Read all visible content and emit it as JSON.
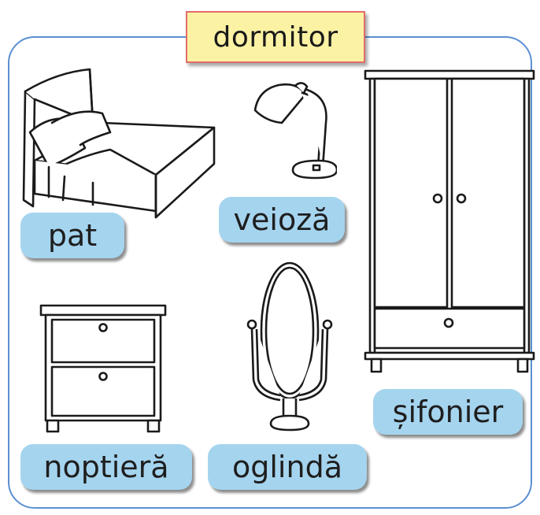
{
  "title": "dormitor",
  "items": {
    "bed": {
      "label": "pat"
    },
    "lamp": {
      "label": "veioză"
    },
    "wardrobe": {
      "label": "șifonier"
    },
    "nightstand": {
      "label": "noptieră"
    },
    "mirror": {
      "label": "oglindă"
    }
  },
  "icons": [
    "bed-icon",
    "lamp-icon",
    "wardrobe-icon",
    "nightstand-icon",
    "mirror-icon"
  ],
  "colors": {
    "frame": "#5b8fd1",
    "title_fill": "#fbf2a4",
    "title_border": "#e36b6b",
    "label_fill": "#a5d4ef"
  }
}
